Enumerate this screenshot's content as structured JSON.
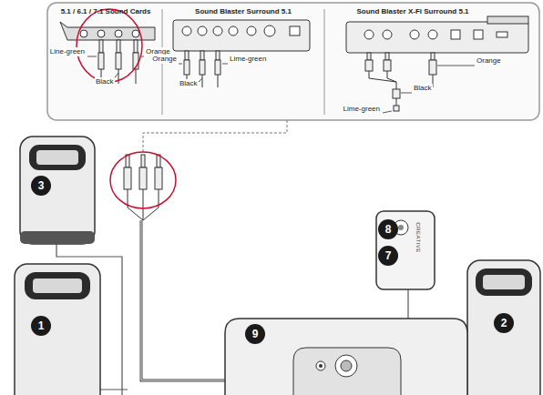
{
  "diagram": {
    "nodes": [
      {
        "text": [
          "5.1 / 6.1 / 7.1 Sound Cards"
        ]
      },
      {
        "text": [
          "Sound Blaster Surround 5.1"
        ]
      },
      {
        "text": [
          "Sound Blaster X-Fi Surround 5.1"
        ]
      }
    ],
    "labels": [
      "Line-green",
      "Black",
      "Orange",
      "Orange",
      "Black",
      "Lime-green",
      "Black",
      "Orange",
      "Lime-green",
      "3",
      "8",
      "7",
      "1",
      "9",
      "2",
      "CREATIVE"
    ]
  }
}
